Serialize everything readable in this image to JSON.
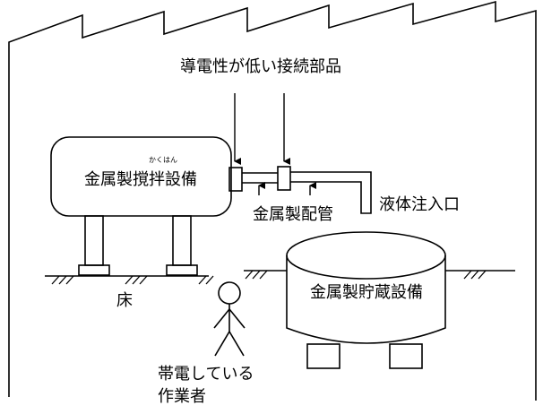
{
  "labels": {
    "low_conductivity_part": "導電性が低い接続部品",
    "stirring_reading": "かくはん",
    "stirring_equipment": "金属製撹拌設備",
    "metal_pipe": "金属製配管",
    "liquid_inlet": "液体注入口",
    "floor": "床",
    "storage_equipment": "金属製貯蔵設備",
    "charged_worker_line1": "帯電している",
    "charged_worker_line2": "作業者"
  },
  "colors": {
    "line": "#000000",
    "background": "#ffffff"
  }
}
